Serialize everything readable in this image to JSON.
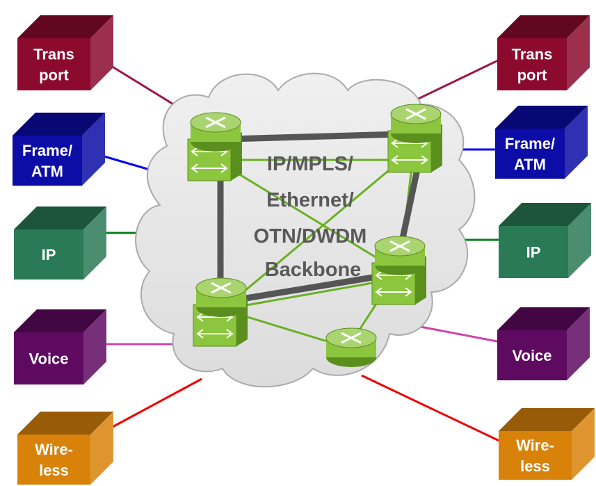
{
  "diagram": {
    "backbone": {
      "lines": [
        "IP/MPLS/",
        "Ethernet/",
        "OTN/DWDM",
        "Backbone"
      ],
      "cloud_color": "#e4e4e4"
    },
    "left_services": [
      {
        "id": "transport",
        "lines": [
          "Trans",
          "port"
        ],
        "color": "#8b0a2e",
        "link_color": "#a0144b"
      },
      {
        "id": "frame-atm",
        "lines": [
          "Frame/",
          "ATM"
        ],
        "color": "#0c0ca6",
        "link_color": "#0000ee"
      },
      {
        "id": "ip",
        "lines": [
          "IP"
        ],
        "color": "#2a7a55",
        "link_color": "#0a7a1a"
      },
      {
        "id": "voice",
        "lines": [
          "Voice"
        ],
        "color": "#5e0a60",
        "link_color": "#cc44aa"
      },
      {
        "id": "wireless",
        "lines": [
          "Wire-",
          "less"
        ],
        "color": "#d9820a",
        "link_color": "#ee0000"
      }
    ],
    "right_services": [
      {
        "id": "transport",
        "lines": [
          "Trans",
          "port"
        ],
        "color": "#8b0a2e",
        "link_color": "#a0144b"
      },
      {
        "id": "frame-atm",
        "lines": [
          "Frame/",
          "ATM"
        ],
        "color": "#0c0ca6",
        "link_color": "#0000ee"
      },
      {
        "id": "ip",
        "lines": [
          "IP"
        ],
        "color": "#2a7a55",
        "link_color": "#0a7a1a"
      },
      {
        "id": "voice",
        "lines": [
          "Voice"
        ],
        "color": "#5e0a60",
        "link_color": "#cc44aa"
      },
      {
        "id": "wireless",
        "lines": [
          "Wire-",
          "less"
        ],
        "color": "#d9820a",
        "link_color": "#ee0000"
      }
    ],
    "colors": {
      "router_body": "#8cc63f",
      "router_dark": "#5a8f1e",
      "core_link": "#555555",
      "access_link": "#6ab023"
    }
  }
}
